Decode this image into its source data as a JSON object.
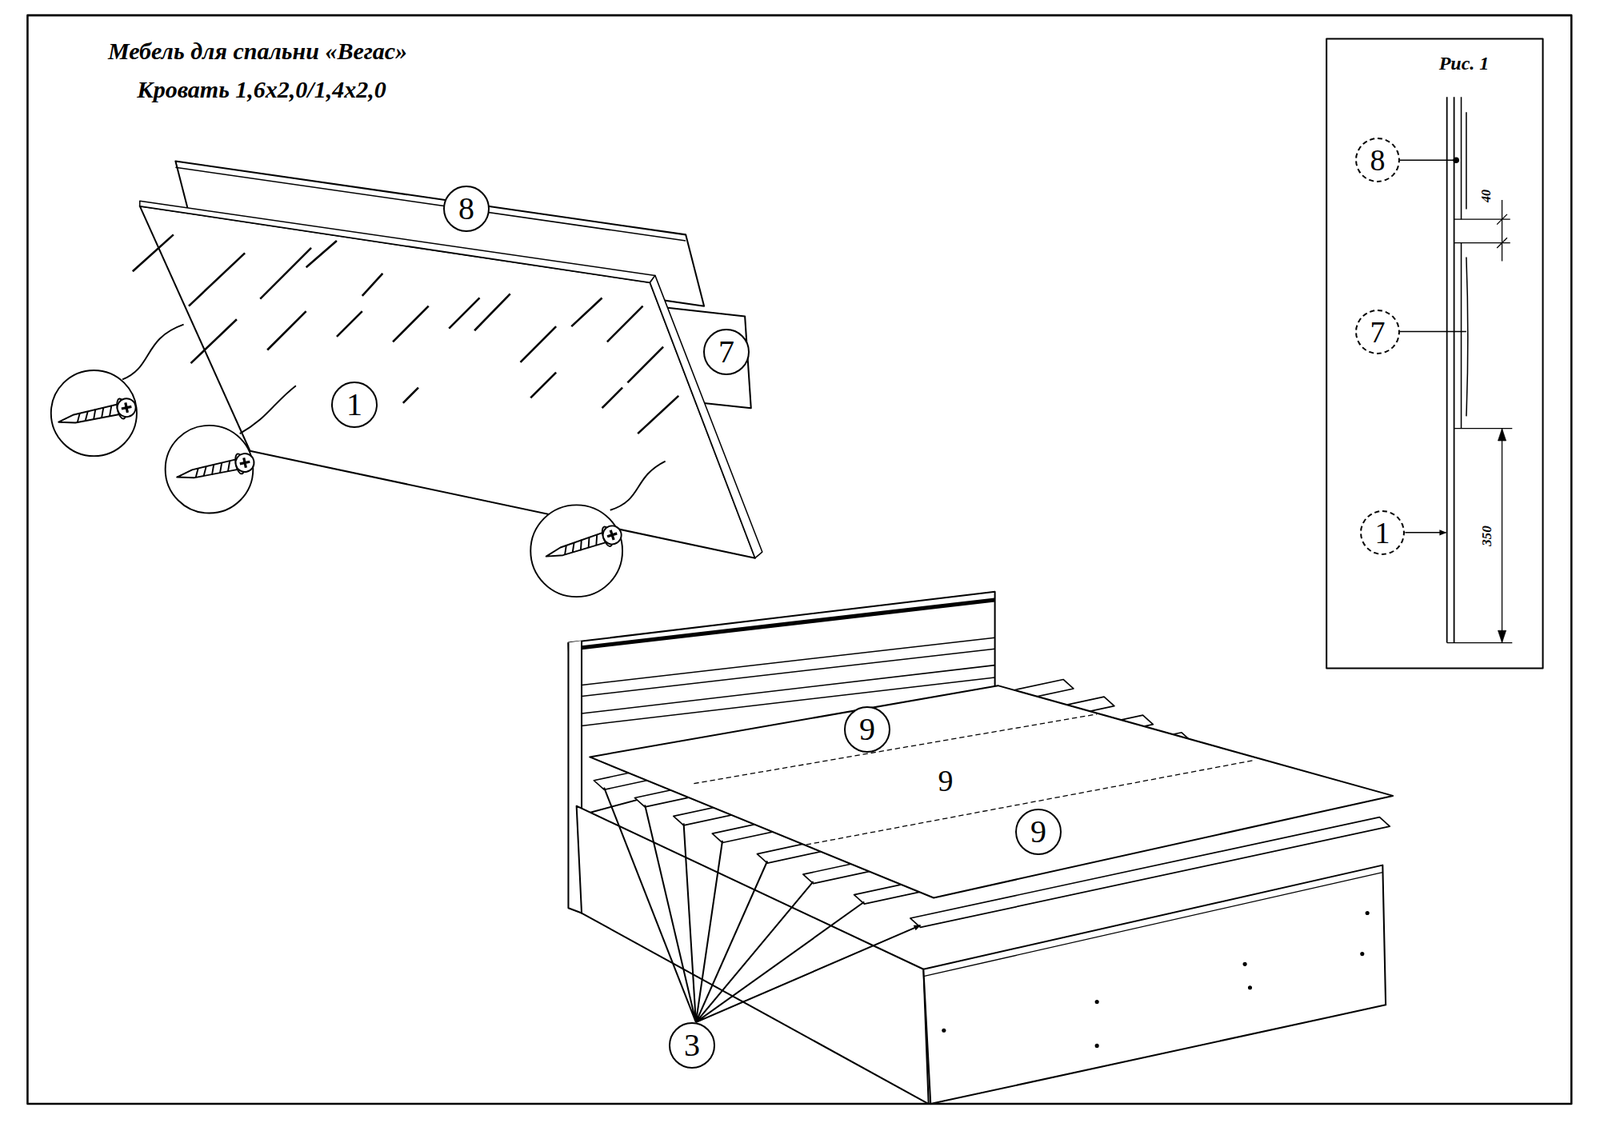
{
  "diagram": {
    "title": "Мебель для спальни «Вегас»",
    "nodes": [
      {
        "text": [
          "8"
        ]
      },
      {
        "text": [
          "7"
        ]
      },
      {
        "text": [
          "1"
        ]
      },
      {
        "text": [
          "9"
        ]
      },
      {
        "text": [
          "9"
        ]
      },
      {
        "text": [
          "3"
        ]
      },
      {
        "text": [
          "8"
        ]
      },
      {
        "text": [
          "7"
        ]
      },
      {
        "text": [
          "1"
        ]
      }
    ],
    "labels": [
      "Кровать 1,6х2,0/1,4х2,0",
      "9",
      "Рис. 1",
      "40",
      "350"
    ]
  }
}
